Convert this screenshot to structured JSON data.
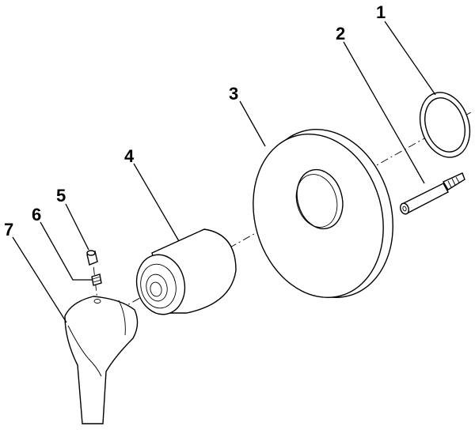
{
  "diagram": {
    "parts": [
      {
        "label": "1",
        "name": "o-ring"
      },
      {
        "label": "2",
        "name": "extension-spindle"
      },
      {
        "label": "3",
        "name": "escutcheon-plate"
      },
      {
        "label": "4",
        "name": "sleeve"
      },
      {
        "label": "5",
        "name": "set-screw"
      },
      {
        "label": "6",
        "name": "grub-screw"
      },
      {
        "label": "7",
        "name": "lever-handle"
      }
    ]
  }
}
